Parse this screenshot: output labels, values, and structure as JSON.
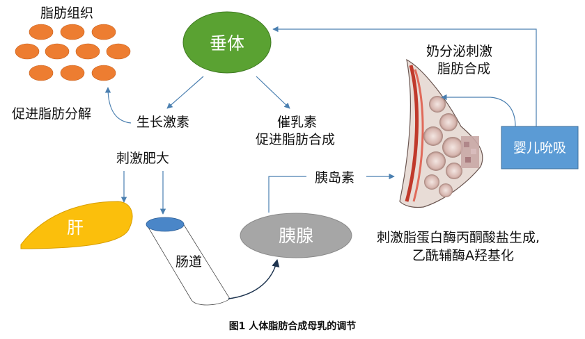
{
  "diagram": {
    "caption": "图1 人体脂肪合成母乳的调节",
    "nodes": {
      "pituitary": "垂体",
      "liver": "肝",
      "pancreas": "胰腺",
      "infant_suckling": "婴儿吮吸"
    },
    "labels": {
      "adipose_tissue": "脂肪组织",
      "promote_lipolysis": "促进脂肪分解",
      "growth_hormone": "生长激素",
      "prolactin_line1": "催乳素",
      "prolactin_line2": "促进脂肪合成",
      "stimulate_hypertrophy": "刺激肥大",
      "intestine": "肠道",
      "insulin": "胰岛素",
      "milk_secretion_line1": "奶分泌刺激",
      "milk_secretion_line2": "脂肪合成",
      "enzymes_line1": "刺激脂蛋白酶丙酮酸盐生成,",
      "enzymes_line2": "乙酰辅酶A羟基化"
    },
    "colors": {
      "pituitary": "#5aa232",
      "liver": "#fbbf0c",
      "pancreas": "#a6a6a6",
      "infant_suckling": "#5b9bd5",
      "fat_cell": "#ed7d31",
      "intestine_end": "#4a86c8",
      "arrow": "#4a7fb0"
    },
    "icons": {
      "breast": "breast-anatomy-illustration"
    }
  }
}
